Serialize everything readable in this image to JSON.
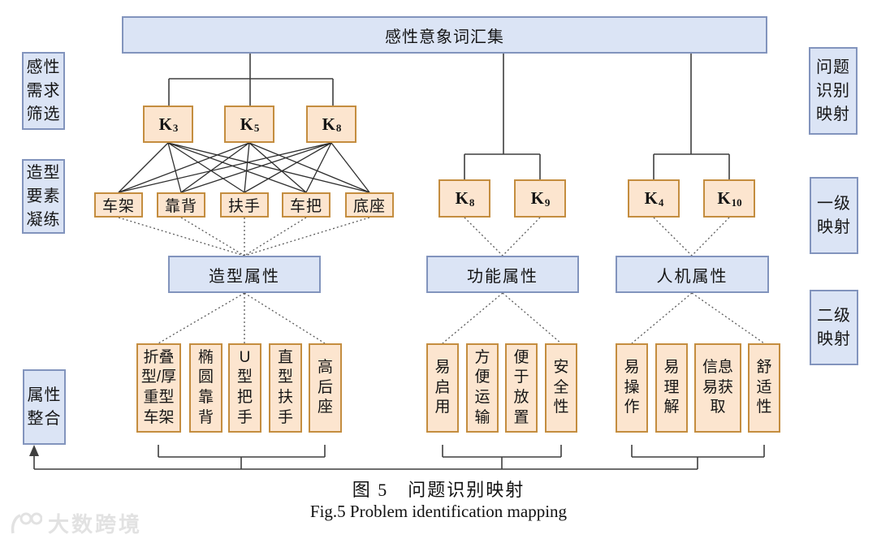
{
  "root": {
    "label": "感性意象词汇集"
  },
  "stage_labels_left": [
    {
      "label": "感性\n需求\n筛选"
    },
    {
      "label": "造型\n要素\n凝练"
    },
    {
      "label": "属性\n整合"
    }
  ],
  "stage_labels_right": [
    {
      "label": "问题\n识别\n映射"
    },
    {
      "label": "一级\n映射"
    },
    {
      "label": "二级\n映射"
    }
  ],
  "kansei_words_level1": [
    {
      "base": "K",
      "sub": "3"
    },
    {
      "base": "K",
      "sub": "5"
    },
    {
      "base": "K",
      "sub": "8"
    }
  ],
  "design_elements": [
    {
      "label": "车架"
    },
    {
      "label": "靠背"
    },
    {
      "label": "扶手"
    },
    {
      "label": "车把"
    },
    {
      "label": "底座"
    }
  ],
  "kansei_words_level2": [
    {
      "base": "K",
      "sub": "8"
    },
    {
      "base": "K",
      "sub": "9"
    },
    {
      "base": "K",
      "sub": "4"
    },
    {
      "base": "K",
      "sub": "10"
    }
  ],
  "attributes": [
    {
      "label": "造型属性"
    },
    {
      "label": "功能属性"
    },
    {
      "label": "人机属性"
    }
  ],
  "styling_features": [
    {
      "label": "折叠\n型/厚\n重型\n车架"
    },
    {
      "label": "椭\n圆\n靠\n背"
    },
    {
      "label": "U\n型\n把\n手"
    },
    {
      "label": "直\n型\n扶\n手"
    },
    {
      "label": "高\n后\n座"
    }
  ],
  "functional_features": [
    {
      "label": "易\n启\n用"
    },
    {
      "label": "方\n便\n运\n输"
    },
    {
      "label": "便\n于\n放\n置"
    },
    {
      "label": "安\n全\n性"
    }
  ],
  "ergonomic_features": [
    {
      "label": "易\n操\n作"
    },
    {
      "label": "易\n理\n解"
    },
    {
      "label": "信息\n易获\n取"
    },
    {
      "label": "舒\n适\n性"
    }
  ],
  "caption": {
    "zh": "图 5　问题识别映射",
    "en": "Fig.5 Problem identification mapping"
  },
  "watermark": {
    "text": "大数跨境"
  },
  "colors": {
    "blue_fill": "#dbe4f5",
    "blue_border": "#8294bd",
    "orange_fill": "#fce5cf",
    "orange_border": "#c48d3f",
    "line": "#3f3f3f"
  }
}
